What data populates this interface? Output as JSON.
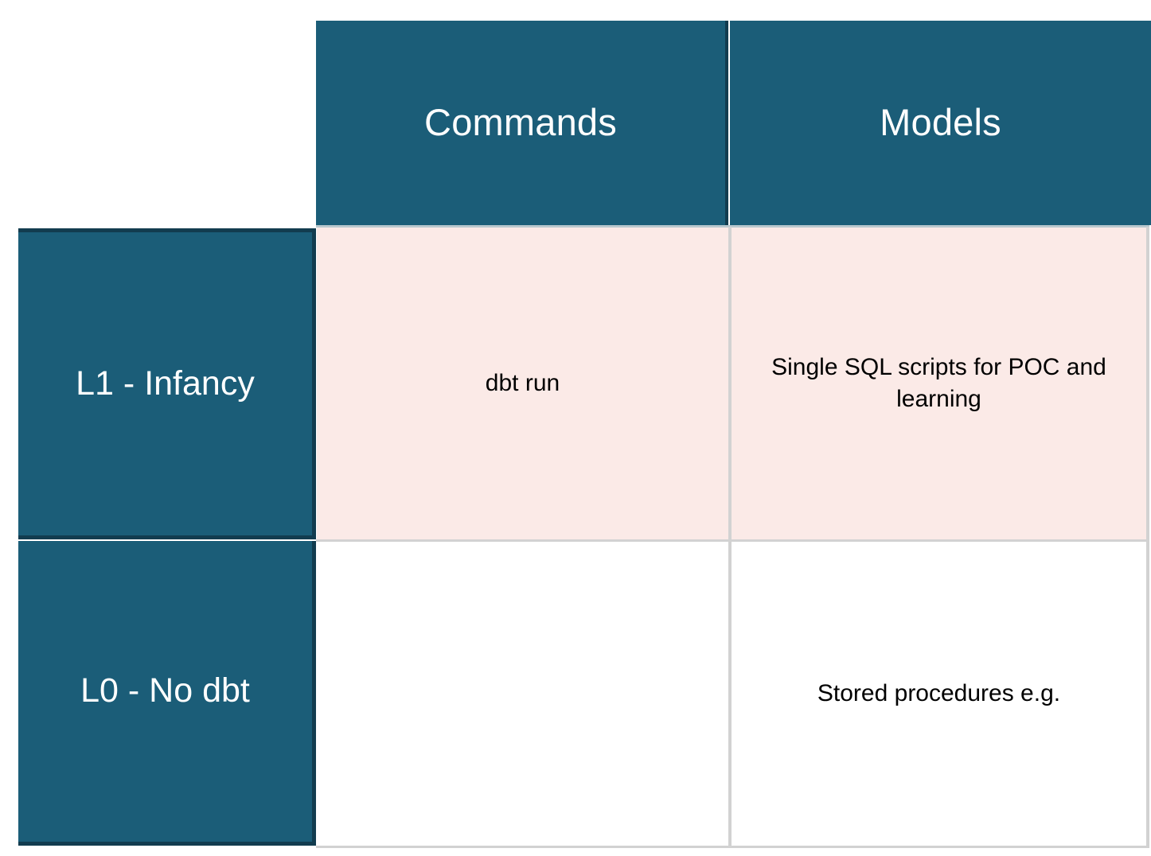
{
  "table": {
    "corner_label": "",
    "columns": [
      {
        "key": "commands",
        "label": "Commands"
      },
      {
        "key": "models",
        "label": "Models"
      }
    ],
    "rows": [
      {
        "key": "l1",
        "label": "L1 - Infancy",
        "row_fill": "#fbeae7",
        "cells": {
          "commands": "dbt run",
          "models": "Single SQL scripts for POC and learning"
        }
      },
      {
        "key": "l0",
        "label": "L0 - No dbt",
        "row_fill": "#ffffff",
        "cells": {
          "commands": "",
          "models": "Stored procedures e.g."
        }
      }
    ]
  },
  "colors": {
    "header_teal": "#1b5d78",
    "header_divider_navy": "#123c4f",
    "row_highlight_pink": "#fbeae7",
    "grid_line_gray": "#d2d2d2",
    "header_text": "#ffffff",
    "body_text": "#000000"
  }
}
